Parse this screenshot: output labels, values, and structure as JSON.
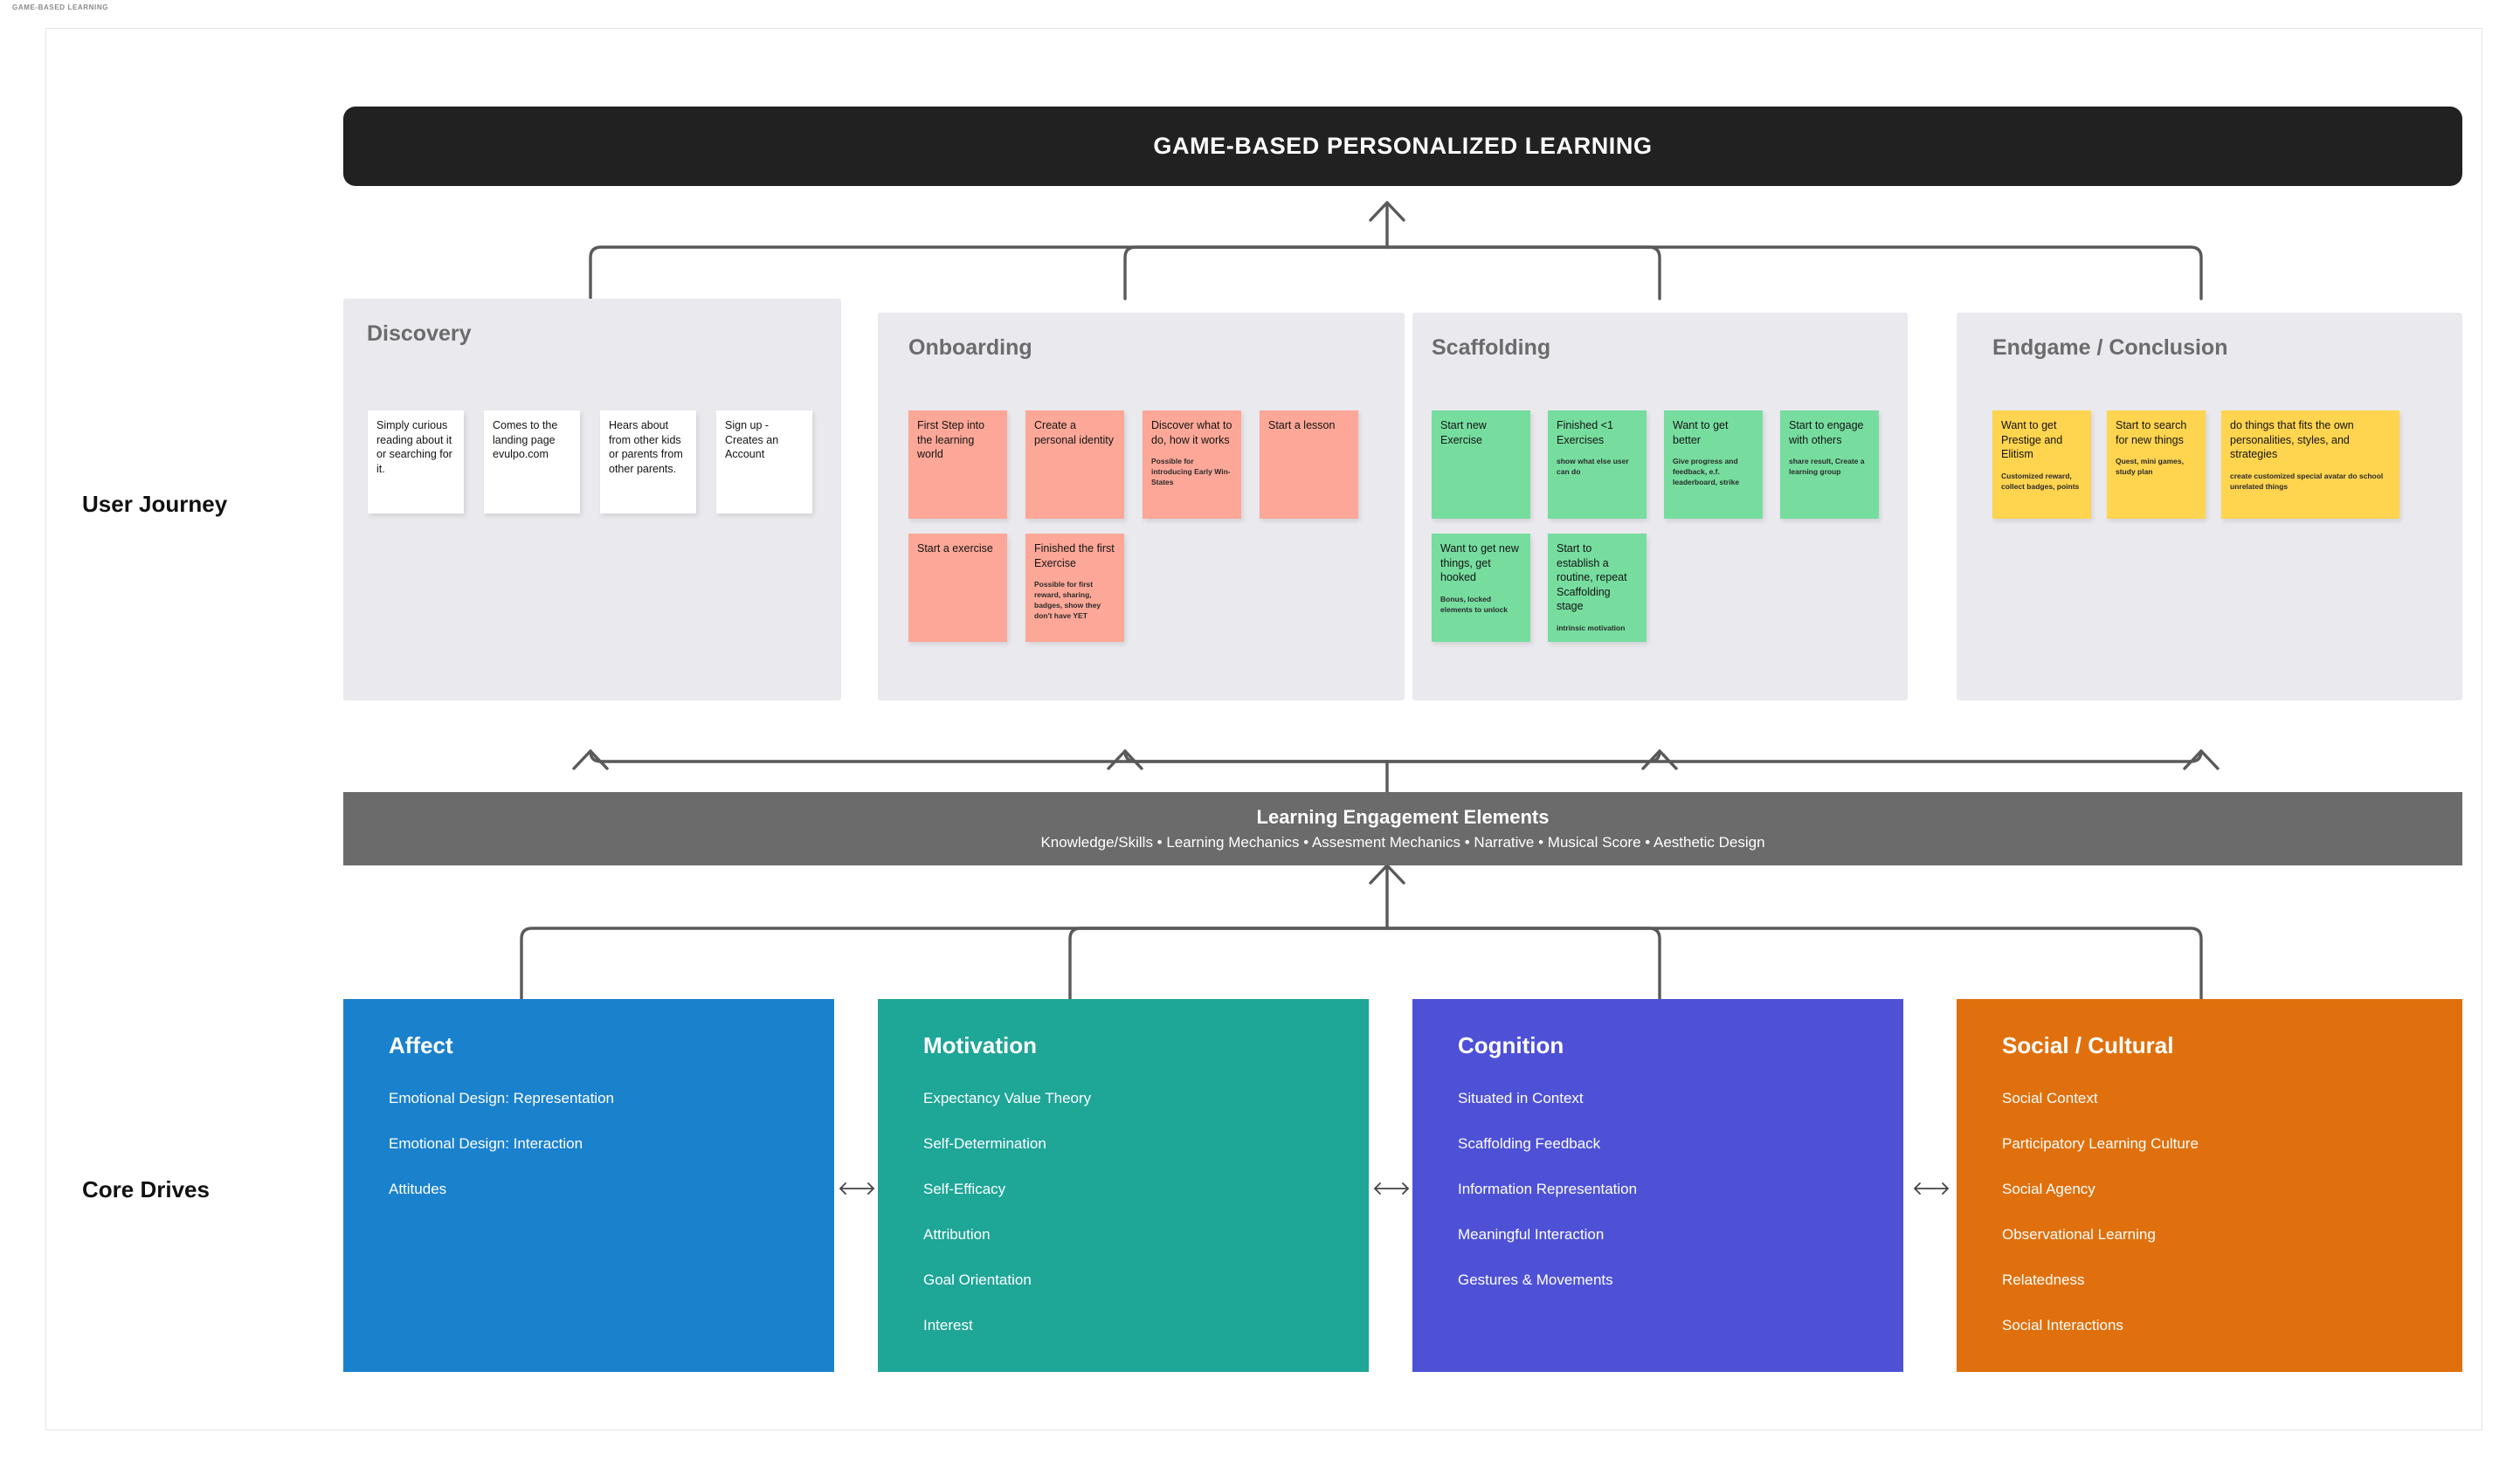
{
  "meta": {
    "mini_header": "GAME-BASED LEARNING"
  },
  "header": {
    "title": "GAME-BASED PERSONALIZED LEARNING"
  },
  "side_labels": {
    "user_journey": "User Journey",
    "core_drives": "Core Drives"
  },
  "journey": {
    "stages": [
      {
        "title": "Discovery",
        "color": "#ffffff",
        "notes": [
          {
            "title": "Simply curious reading about it or searching for it.",
            "sub": ""
          },
          {
            "title": "Comes to the landing page evulpo.com",
            "sub": ""
          },
          {
            "title": "Hears about from other kids or parents from other parents.",
            "sub": ""
          },
          {
            "title": "Sign up - Creates an Account",
            "sub": ""
          }
        ]
      },
      {
        "title": "Onboarding",
        "color": "#fca797",
        "notes": [
          {
            "title": "First Step into the learning world",
            "sub": ""
          },
          {
            "title": "Create a personal identity",
            "sub": ""
          },
          {
            "title": "Discover what to do, how it works",
            "sub": "Possible for introducing Early Win-States"
          },
          {
            "title": "Start a lesson",
            "sub": ""
          },
          {
            "title": "Start a exercise",
            "sub": ""
          },
          {
            "title": "Finished the first Exercise",
            "sub": "Possible for first reward, sharing, badges, show they don't have YET"
          }
        ]
      },
      {
        "title": "Scaffolding",
        "color": "#76dd9f",
        "notes": [
          {
            "title": "Start new Exercise",
            "sub": ""
          },
          {
            "title": "Finished <1 Exercises",
            "sub": "show what else user can do"
          },
          {
            "title": "Want to get better",
            "sub": "Give progress and feedback, e.f. leaderboard, strike"
          },
          {
            "title": "Start to engage with others",
            "sub": "share result, Create a learning group"
          },
          {
            "title": "Want to get new things, get hooked",
            "sub": "Bonus, locked elements to unlock"
          },
          {
            "title": "Start to establish a routine, repeat Scaffolding stage",
            "sub": "intrinsic motivation"
          }
        ]
      },
      {
        "title": "Endgame / Conclusion",
        "color": "#ffd44f",
        "notes": [
          {
            "title": "Want to get Prestige and Elitism",
            "sub": "Customized reward, collect badges, points"
          },
          {
            "title": "Start to search for new things",
            "sub": "Quest, mini games, study plan"
          },
          {
            "title": "do things that fits the own personalities, styles, and strategies",
            "sub": "create customized special avatar do school unrelated things"
          }
        ]
      }
    ]
  },
  "engagement": {
    "title": "Learning Engagement Elements",
    "subtitle": "Knowledge/Skills • Learning Mechanics • Assesment Mechanics • Narrative • Musical Score • Aesthetic Design"
  },
  "core_drives": {
    "cards": [
      {
        "title": "Affect",
        "color": "#1a81cd",
        "items": [
          "Emotional Design: Representation",
          "Emotional Design: Interaction",
          "Attitudes"
        ]
      },
      {
        "title": "Motivation",
        "color": "#1ea697",
        "items": [
          "Expectancy Value Theory",
          "Self-Determination",
          "Self-Efficacy",
          "Attribution",
          "Goal Orientation",
          "Interest"
        ]
      },
      {
        "title": "Cognition",
        "color": "#4e51d6",
        "items": [
          "Situated in Context",
          "Scaffolding Feedback",
          "Information Representation",
          "Meaningful Interaction",
          "Gestures & Movements"
        ]
      },
      {
        "title": "Social / Cultural",
        "color": "#e0700d",
        "items": [
          "Social Context",
          "Participatory Learning Culture",
          "Social Agency",
          "Observational Learning",
          "Relatedness",
          "Social Interactions"
        ]
      }
    ]
  },
  "colors": {
    "title_bar_bg": "#212121",
    "panel_bg": "#eaeaee",
    "engagement_bg": "#6b6b6b",
    "wire": "#595959"
  }
}
